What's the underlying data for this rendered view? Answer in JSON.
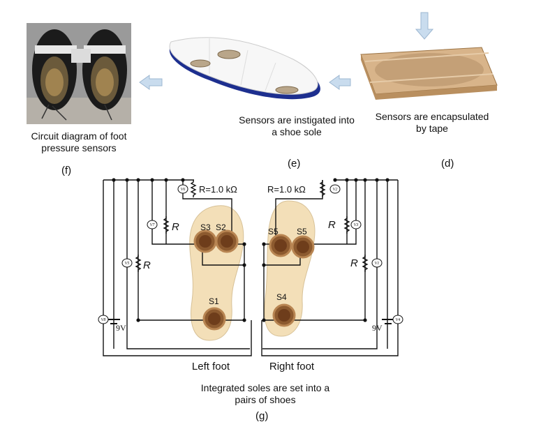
{
  "panels": {
    "f": {
      "label": "(f)",
      "caption": "Circuit diagram of foot pressure sensors"
    },
    "e": {
      "label": "(e)",
      "caption": "Sensors are instigated into a shoe sole"
    },
    "d": {
      "label": "(d)",
      "caption": "Sensors are encapsulated by tape"
    },
    "g": {
      "label": "(g)",
      "caption": "Integrated soles are set into a pairs of shoes"
    }
  },
  "circuit": {
    "left_foot_label": "Left foot",
    "right_foot_label": "Right foot",
    "resistor_top_left": "R=1.0 kΩ",
    "resistor_top_right": "R=1.0 kΩ",
    "resistor_R": "R",
    "battery_label": "9V",
    "sensors": {
      "s1": "S1",
      "s2": "S2",
      "s3": "S3",
      "s4": "S4",
      "s5a": "S5",
      "s5b": "S5"
    },
    "voltmeters": {
      "v1": "V1",
      "v2": "V2",
      "v3": "V3",
      "v4": "V4",
      "v5": "V5",
      "v6": "V6",
      "v7": "V7",
      "v8": "V8"
    }
  },
  "colors": {
    "arrow": "#c9dcee",
    "insole": "#f3dfb8",
    "sensor_outer": "#8c5a2f",
    "sensor_inner": "#6e3d1b",
    "sole_blue": "#1d2f8f",
    "tape": "#d8b48a"
  }
}
